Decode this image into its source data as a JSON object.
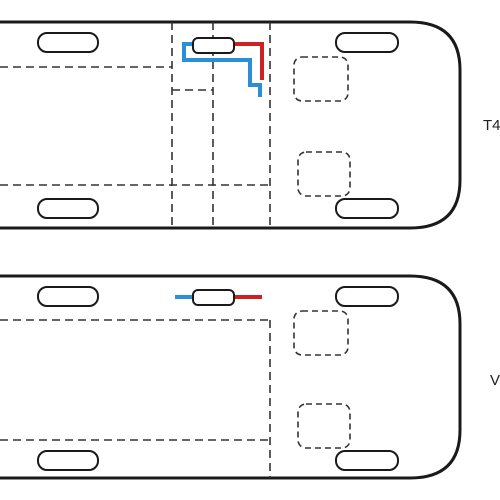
{
  "diagrams": [
    {
      "label": "T4",
      "feature": "wheel-arch-cutout",
      "hot_pipe_color": "#cc2222",
      "cold_pipe_color": "#2a8fd8"
    },
    {
      "label": "V",
      "feature": "straight-pipe-run",
      "hot_pipe_color": "#cc2222",
      "cold_pipe_color": "#2a8fd8"
    }
  ],
  "colors": {
    "outline": "#1a1a1a",
    "dashes": "#333333",
    "background": "#ffffff"
  }
}
